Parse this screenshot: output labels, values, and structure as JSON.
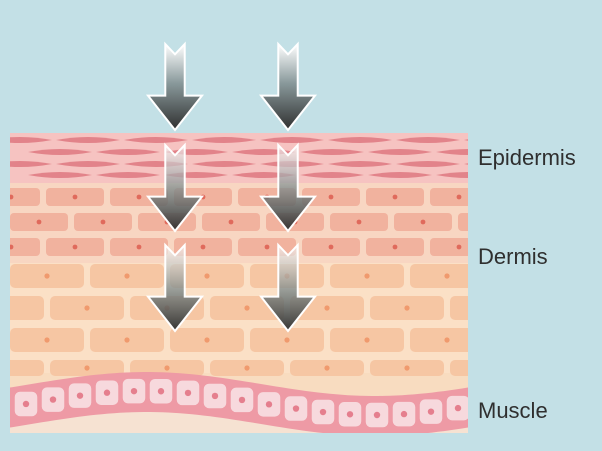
{
  "labels": {
    "epidermis": "Epidermis",
    "dermis": "Dermis",
    "muscle": "Muscle"
  },
  "colors": {
    "background": "#c3e0e6",
    "epidermis": "#e2838a",
    "upper_dermis": "#efa692",
    "lower_dermis": "#f6c6a3",
    "muscle": "#ee9aa5",
    "muscle_cell": "#f7d9dd",
    "arrow_dark": "#2f2f2f",
    "arrow_light": "#ffffff"
  },
  "icons": [
    "downward-arrow-icon"
  ]
}
